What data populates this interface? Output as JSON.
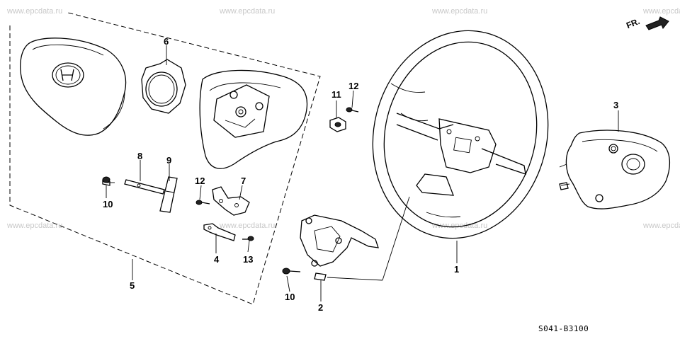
{
  "watermark": "www.epcdata.ru",
  "diagram_code": "S041-B3100",
  "direction_label": "FR.",
  "callouts": {
    "p1": "1",
    "p2": "2",
    "p3": "3",
    "p4": "4",
    "p5": "5",
    "p6": "6",
    "p7": "7",
    "p8": "8",
    "p9": "9",
    "p10a": "10",
    "p10b": "10",
    "p11": "11",
    "p12a": "12",
    "p12b": "12",
    "p13": "13"
  },
  "icons": {
    "steering_wheel": "steering-wheel-icon",
    "airbag_cover": "airbag-cover-icon",
    "airbag_module": "airbag-module-icon",
    "horn_pad": "horn-pad-icon",
    "bracket": "bracket-icon",
    "bolt": "bolt-icon",
    "nut": "nut-icon",
    "emblem": "honda-emblem-icon",
    "arrow": "forward-arrow-icon"
  }
}
